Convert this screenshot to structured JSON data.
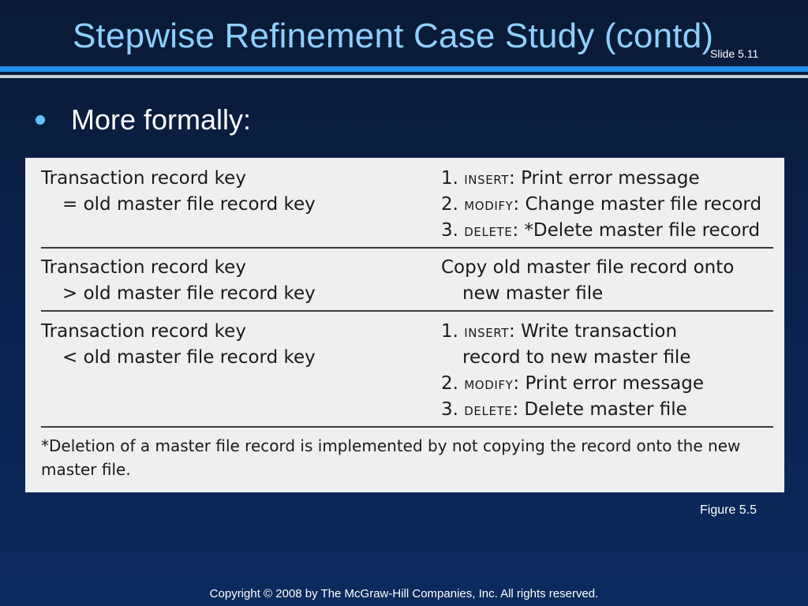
{
  "slide": {
    "title": "Stepwise Refinement Case Study (contd)",
    "slide_number": "Slide 5.11",
    "bullet": "More formally:",
    "figure_label": "Figure 5.5",
    "copyright": "Copyright © 2008 by The McGraw-Hill Companies, Inc.  All rights reserved."
  },
  "figure": {
    "rows": [
      {
        "condition": [
          "Transaction record key",
          "= old master file record key"
        ],
        "actions": [
          {
            "num": "1.",
            "op": "INSERT",
            "text": ": Print error message"
          },
          {
            "num": "2.",
            "op": "MODIFY",
            "text": ": Change master file record"
          },
          {
            "num": "3.",
            "op": "DELETE",
            "text": ": *Delete master file record"
          }
        ]
      },
      {
        "condition": [
          "Transaction record key",
          "> old master file record key"
        ],
        "actions_text": [
          "Copy old master file record onto",
          "new master file"
        ]
      },
      {
        "condition": [
          "Transaction record key",
          "< old master file record key"
        ],
        "actions": [
          {
            "num": "1.",
            "op": "INSERT",
            "text": ": Write transaction",
            "cont": "record to new master file"
          },
          {
            "num": "2.",
            "op": "MODIFY",
            "text": ": Print error message"
          },
          {
            "num": "3.",
            "op": "DELETE",
            "text": ": Delete master file"
          }
        ]
      }
    ],
    "footnote": "*Deletion of a master file record is implemented by not copying the record onto the new master file."
  },
  "colors": {
    "title": "#8fd0ff",
    "accent_bar": "#1e8fe6",
    "bullet": "#5ec3ff",
    "figure_bg": "#efefef"
  }
}
